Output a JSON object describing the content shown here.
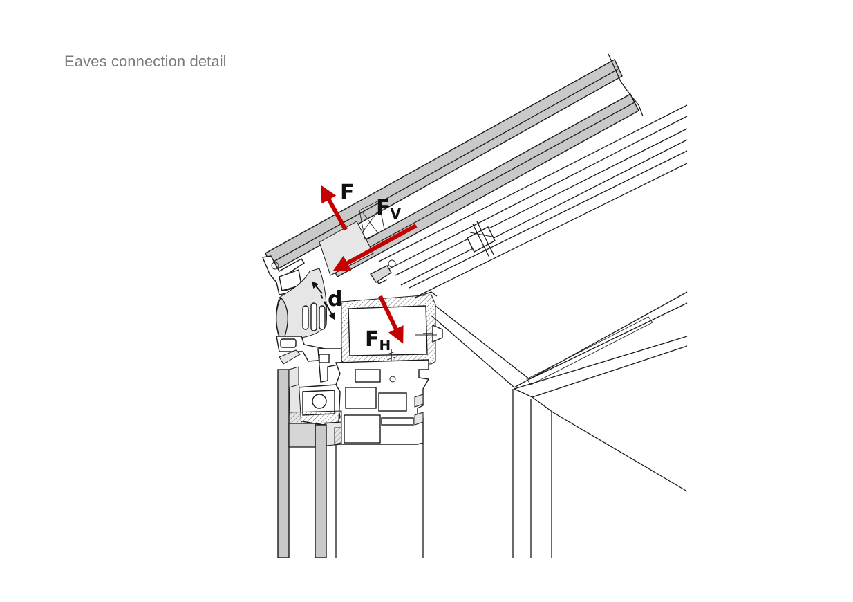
{
  "title": "Eaves connection detail",
  "colors": {
    "force_arrow": "#c40000",
    "title_text": "#7a7a7a",
    "line": "#1a1a1a",
    "glass_fill": "#c9c9c9"
  },
  "labels": {
    "force_main": "F",
    "force_v_main": "F",
    "force_v_sub": "V",
    "force_h_main": "F",
    "force_h_sub": "H",
    "gap": "d"
  }
}
